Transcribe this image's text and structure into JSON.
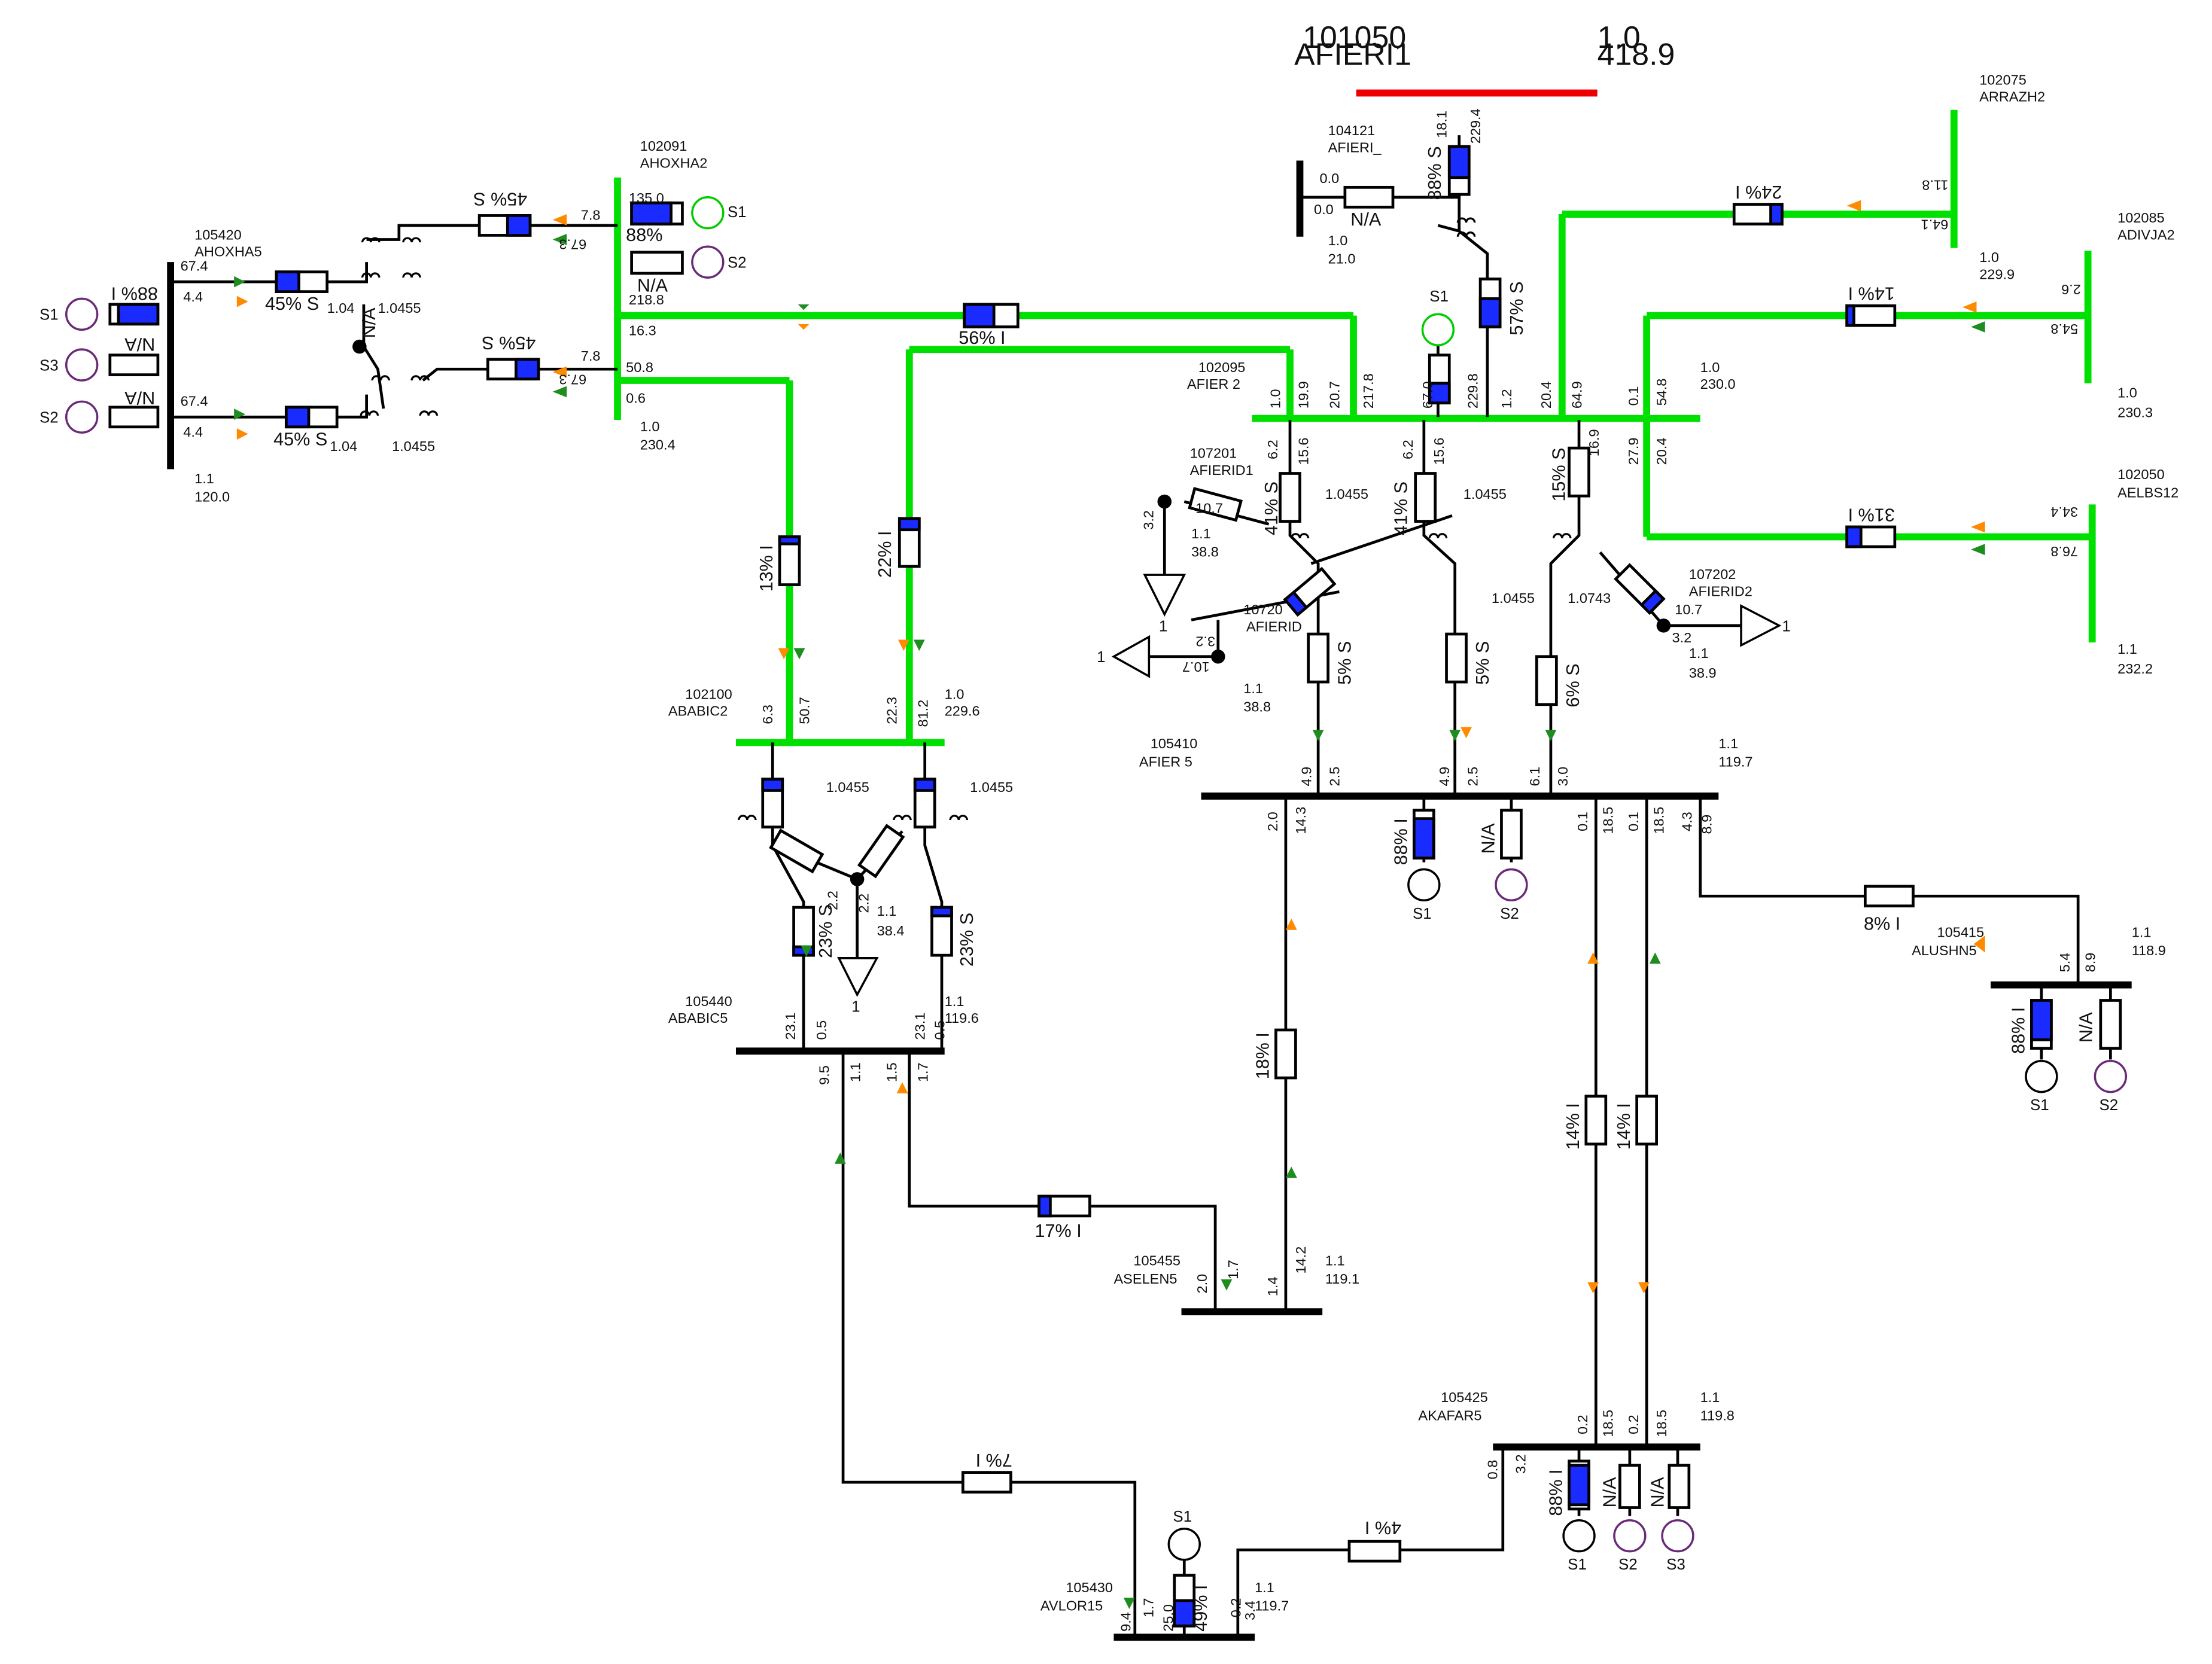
{
  "colors": {
    "hv_line": "#00e000",
    "slack_bus": "#ee0000",
    "bus": "#000000",
    "branch_fill": "#1a2bff",
    "gen_on": "#00cc00",
    "gen_off": "#6a2a78",
    "arrow_p": "#ff8a00",
    "arrow_q": "#1e8c1e"
  },
  "icons": {
    "generator": "circle",
    "load": "triangle",
    "transformer": "double-coil",
    "branch_loading": "rectangle-with-fill",
    "flow_arrow": "small-triangle"
  },
  "buses": {
    "b101050": {
      "num": "101050",
      "name": "AFIERI1",
      "v": "1.0",
      "kv": "418.9"
    },
    "b104121": {
      "num": "104121",
      "name": "AFIERI_",
      "v": "1.0",
      "kv": "21.0"
    },
    "b102075": {
      "num": "102075",
      "name": "ARRAZH2",
      "v": "1.0",
      "kv": "229.9"
    },
    "b102085": {
      "num": "102085",
      "name": "ADIVJA2",
      "v": "1.0",
      "kv": "230.3"
    },
    "b102050": {
      "num": "102050",
      "name": "AELBS12",
      "v": "1.1",
      "kv": "232.2"
    },
    "b102091": {
      "num": "102091",
      "name": "AHOXHA2",
      "v": "1.0",
      "kv": "230.4"
    },
    "b105420": {
      "num": "105420",
      "name": "AHOXHA5",
      "v": "1.1",
      "kv": "120.0"
    },
    "b102095": {
      "num": "102095",
      "name": "AFIER 2",
      "v": "1.0",
      "kv": "230.0"
    },
    "b107201": {
      "num": "107201",
      "name": "AFIERID1",
      "v": "1.1",
      "kv": "38.8"
    },
    "b107202": {
      "num": "107202",
      "name": "AFIERID2",
      "v": "1.1",
      "kv": "38.9"
    },
    "b107203": {
      "num": "10720",
      "name": "AFIERID",
      "v": "1.1",
      "kv": "38.8"
    },
    "b102100": {
      "num": "102100",
      "name": "ABABIC2",
      "v": "1.0",
      "kv": "229.6"
    },
    "b105410": {
      "num": "105410",
      "name": "AFIER 5",
      "v": "1.1",
      "kv": "119.7"
    },
    "b105415": {
      "num": "105415",
      "name": "ALUSHN5",
      "v": "1.1",
      "kv": "118.9"
    },
    "b105440": {
      "num": "105440",
      "name": "ABABIC5",
      "v": "1.1",
      "kv": "119.6"
    },
    "b105455": {
      "num": "105455",
      "name": "ASELEN5",
      "v": "1.1",
      "kv": "119.1"
    },
    "b105425": {
      "num": "105425",
      "name": "AKAFAR5",
      "v": "1.1",
      "kv": "119.8"
    },
    "b105430": {
      "num": "105430",
      "name": "AVLOR15",
      "v": "1.1",
      "kv": "119.7"
    },
    "b_ababic_lv": {
      "v": "1.1",
      "kv": "38.4"
    }
  },
  "loading": {
    "l_hoxha2_fier2": "56% I",
    "l_fier2_rrazh": "24% I",
    "l_fier2_divja": "14% I",
    "l_fier2_elbs": "31% I",
    "l_hoxha2_babic_a": "13% I",
    "l_hoxha2_babic_b": "22% I",
    "t_hoxha_1": "45% S",
    "t_hoxha_2": "45% S",
    "t_hoxha_lv1": "45% S",
    "t_hoxha_lv2": "45% S",
    "g_hoxha5": "88% I",
    "g_hoxha2": "88%",
    "t_fieri1_a": "88% S",
    "t_fieri_mid": "57% S",
    "t_fier_1": "41% S",
    "t_fier_2": "41% S",
    "t_fier_3": "15% S",
    "t_fier5_a": "5% S",
    "t_fier5_b": "5% S",
    "t_fier5_c": "6% S",
    "t_babic_a": "23% S",
    "t_babic_b": "23% S",
    "l_fier5_lushn": "8% I",
    "l_fier5_selen": "18% I",
    "l_fier5_kafar_a": "14% I",
    "l_fier5_kafar_b": "14% I",
    "l_babic_selen": "17% I",
    "l_babic_vlor": "7% I",
    "l_kafar_vlor": "4% I",
    "g_fier5": "88% I",
    "g_lushn": "88% I",
    "g_kafar": "88% I",
    "g_vlor": "49% I",
    "na": "N/A",
    "c_fier2": "41%"
  },
  "symbols": {
    "s1": "S1",
    "s2": "S2",
    "s3": "S3",
    "one": "1"
  },
  "flows": {
    "f_hoxha_a": "7.8",
    "f_hoxha_b": "67.3",
    "f_hoxha_c": "7.8",
    "f_hoxha_d": "67.3",
    "f_hoxha5_a": "67.4",
    "f_hoxha5_b": "4.4",
    "f_hoxha5_c": "67.4",
    "f_hoxha5_d": "4.4",
    "f_hoxha2_135": "135.0",
    "f_hoxha2_218": "218.8",
    "f_hoxha2_163": "16.3",
    "f_hoxha2_508": "50.8",
    "f_hoxha2_06": "0.6",
    "f_tap_a": "1.0455",
    "f_tap_b": "1.0455",
    "f_tap_c": "1.04",
    "f_tap_d": "1.04",
    "f_tap_fier_a": "1.0455",
    "f_tap_fier_b": "1.0455",
    "f_tap_fier_c": "1.0455",
    "f_tap_fier_d": "1.0743",
    "f_tap_babic_a": "1.0455",
    "f_tap_babic_b": "1.0455",
    "f_fieri_00a": "0.0",
    "f_fieri_00b": "0.0",
    "f_fieri_181": "18.1",
    "f_fieri_229": "229.4",
    "f_fier2_a": "1.0",
    "f_fier2_b": "19.9",
    "f_fier2_c": "20.7",
    "f_fier2_d": "217.8",
    "f_fier2_e": "67.0",
    "f_fier2_f": "229.8",
    "f_fier2_g": "1.2",
    "f_fier2_h": "20.4",
    "f_fier2_i": "64.9",
    "f_fier2_j": "0.1",
    "f_fier2_k": "54.8",
    "f_fier2_l": "27.9",
    "f_fier2_m": "20.4",
    "f_fier2_n": "6.2",
    "f_fier2_o": "15.6",
    "f_fier2_p": "6.2",
    "f_fier2_q": "15.6",
    "f_fier2_r": "16.9",
    "f_rrazh_a": "11.8",
    "f_rrazh_b": "64.1",
    "f_divja_a": "2.6",
    "f_divja_b": "54.8",
    "f_elbs_a": "34.4",
    "f_elbs_b": "76.8",
    "f_fid_32": "3.2",
    "f_fid_107": "10.7",
    "f_fid_32b": "3.2",
    "f_fid_107b": "10.7",
    "f_fid_32c": "3.2",
    "f_fid_107c": "10.7",
    "f_babic2_a": "6.3",
    "f_babic2_b": "50.7",
    "f_babic2_c": "22.3",
    "f_babic2_d": "81.2",
    "f_fier5_a": "4.9",
    "f_fier5_b": "2.5",
    "f_fier5_c": "4.9",
    "f_fier5_d": "2.5",
    "f_fier5_e": "6.1",
    "f_fier5_f": "3.0",
    "f_fier5_g": "2.0",
    "f_fier5_h": "14.3",
    "f_fier5_i": "0.1",
    "f_fier5_j": "18.5",
    "f_fier5_k": "0.1",
    "f_fier5_l": "18.5",
    "f_fier5_m": "4.3",
    "f_fier5_n": "8.9",
    "f_lushn_a": "5.4",
    "f_lushn_b": "8.9",
    "f_babic5_a": "23.1",
    "f_babic5_b": "0.5",
    "f_babic5_c": "23.1",
    "f_babic5_d": "0.5",
    "f_babic5_e": "9.5",
    "f_babic5_f": "1.1",
    "f_babic5_g": "1.5",
    "f_babic5_h": "1.7",
    "f_babic_lv_a": "2.2",
    "f_babic_lv_b": "2.2",
    "f_selen_a": "2.0",
    "f_selen_b": "1.7",
    "f_selen_c": "1.4",
    "f_selen_d": "14.2",
    "f_kafar_a": "0.2",
    "f_kafar_b": "18.5",
    "f_kafar_c": "0.2",
    "f_kafar_d": "18.5",
    "f_kafar_e": "0.8",
    "f_kafar_f": "3.2",
    "f_vlor_a": "9.4",
    "f_vlor_b": "1.7",
    "f_vlor_c": "25.0",
    "f_vlor_d": "0.2",
    "f_vlor_e": "3.4"
  }
}
